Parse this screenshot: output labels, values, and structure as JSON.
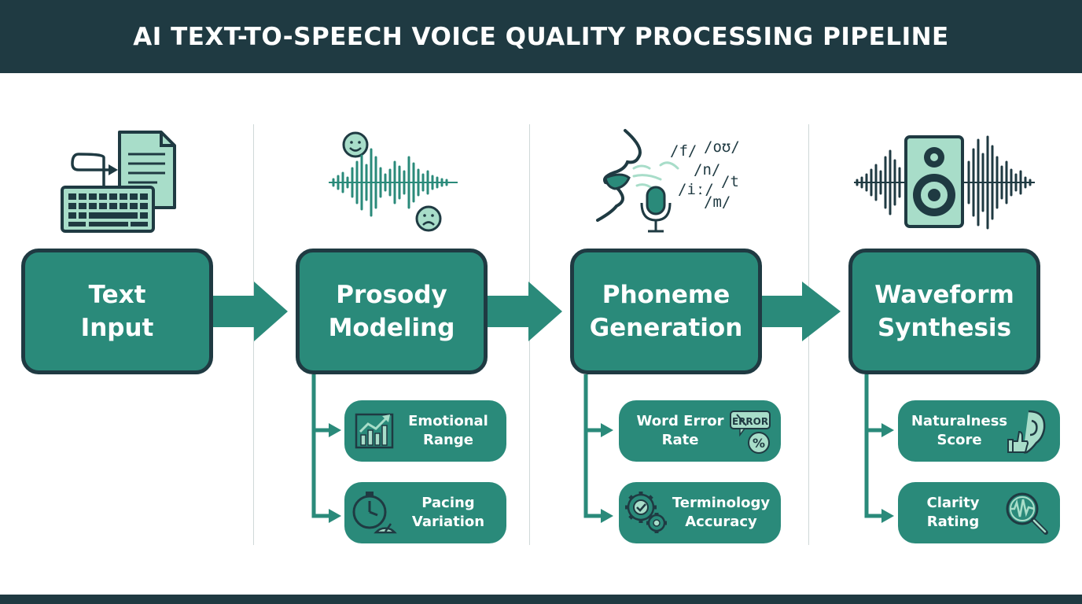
{
  "title": "AI TEXT-TO-SPEECH VOICE QUALITY PROCESSING PIPELINE",
  "stages": [
    {
      "line1": "Text",
      "line2": "Input"
    },
    {
      "line1": "Prosody",
      "line2": "Modeling"
    },
    {
      "line1": "Phoneme",
      "line2": "Generation"
    },
    {
      "line1": "Waveform",
      "line2": "Synthesis"
    }
  ],
  "metrics": {
    "emotional_range": {
      "line1": "Emotional",
      "line2": "Range",
      "icon": "bar-chart-trend-icon"
    },
    "pacing_variation": {
      "line1": "Pacing",
      "line2": "Variation",
      "icon": "stopwatch-gauge-icon"
    },
    "word_error_rate": {
      "line1": "Word Error",
      "line2": "Rate",
      "badge": "ERROR",
      "badge_symbol": "%",
      "icon": "error-percent-icon"
    },
    "terminology_accuracy": {
      "line1": "Terminology",
      "line2": "Accuracy",
      "icon": "gears-check-icon"
    },
    "naturalness_score": {
      "line1": "Naturalness",
      "line2": "Score",
      "icon": "ear-thumbs-up-icon"
    },
    "clarity_rating": {
      "line1": "Clarity",
      "line2": "Rating",
      "icon": "magnifier-waveform-icon"
    }
  },
  "phonemes": [
    "/f/",
    "/oʊ/",
    "/n/",
    "/t",
    "/iː/",
    "/m/"
  ],
  "colors": {
    "header": "#1f3a42",
    "stage_fill": "#2a8a7a",
    "stage_border": "#1f3a42",
    "connector": "#2a8a7a",
    "icon_light": "#a8ddc9",
    "icon_dark": "#1f3a42"
  }
}
